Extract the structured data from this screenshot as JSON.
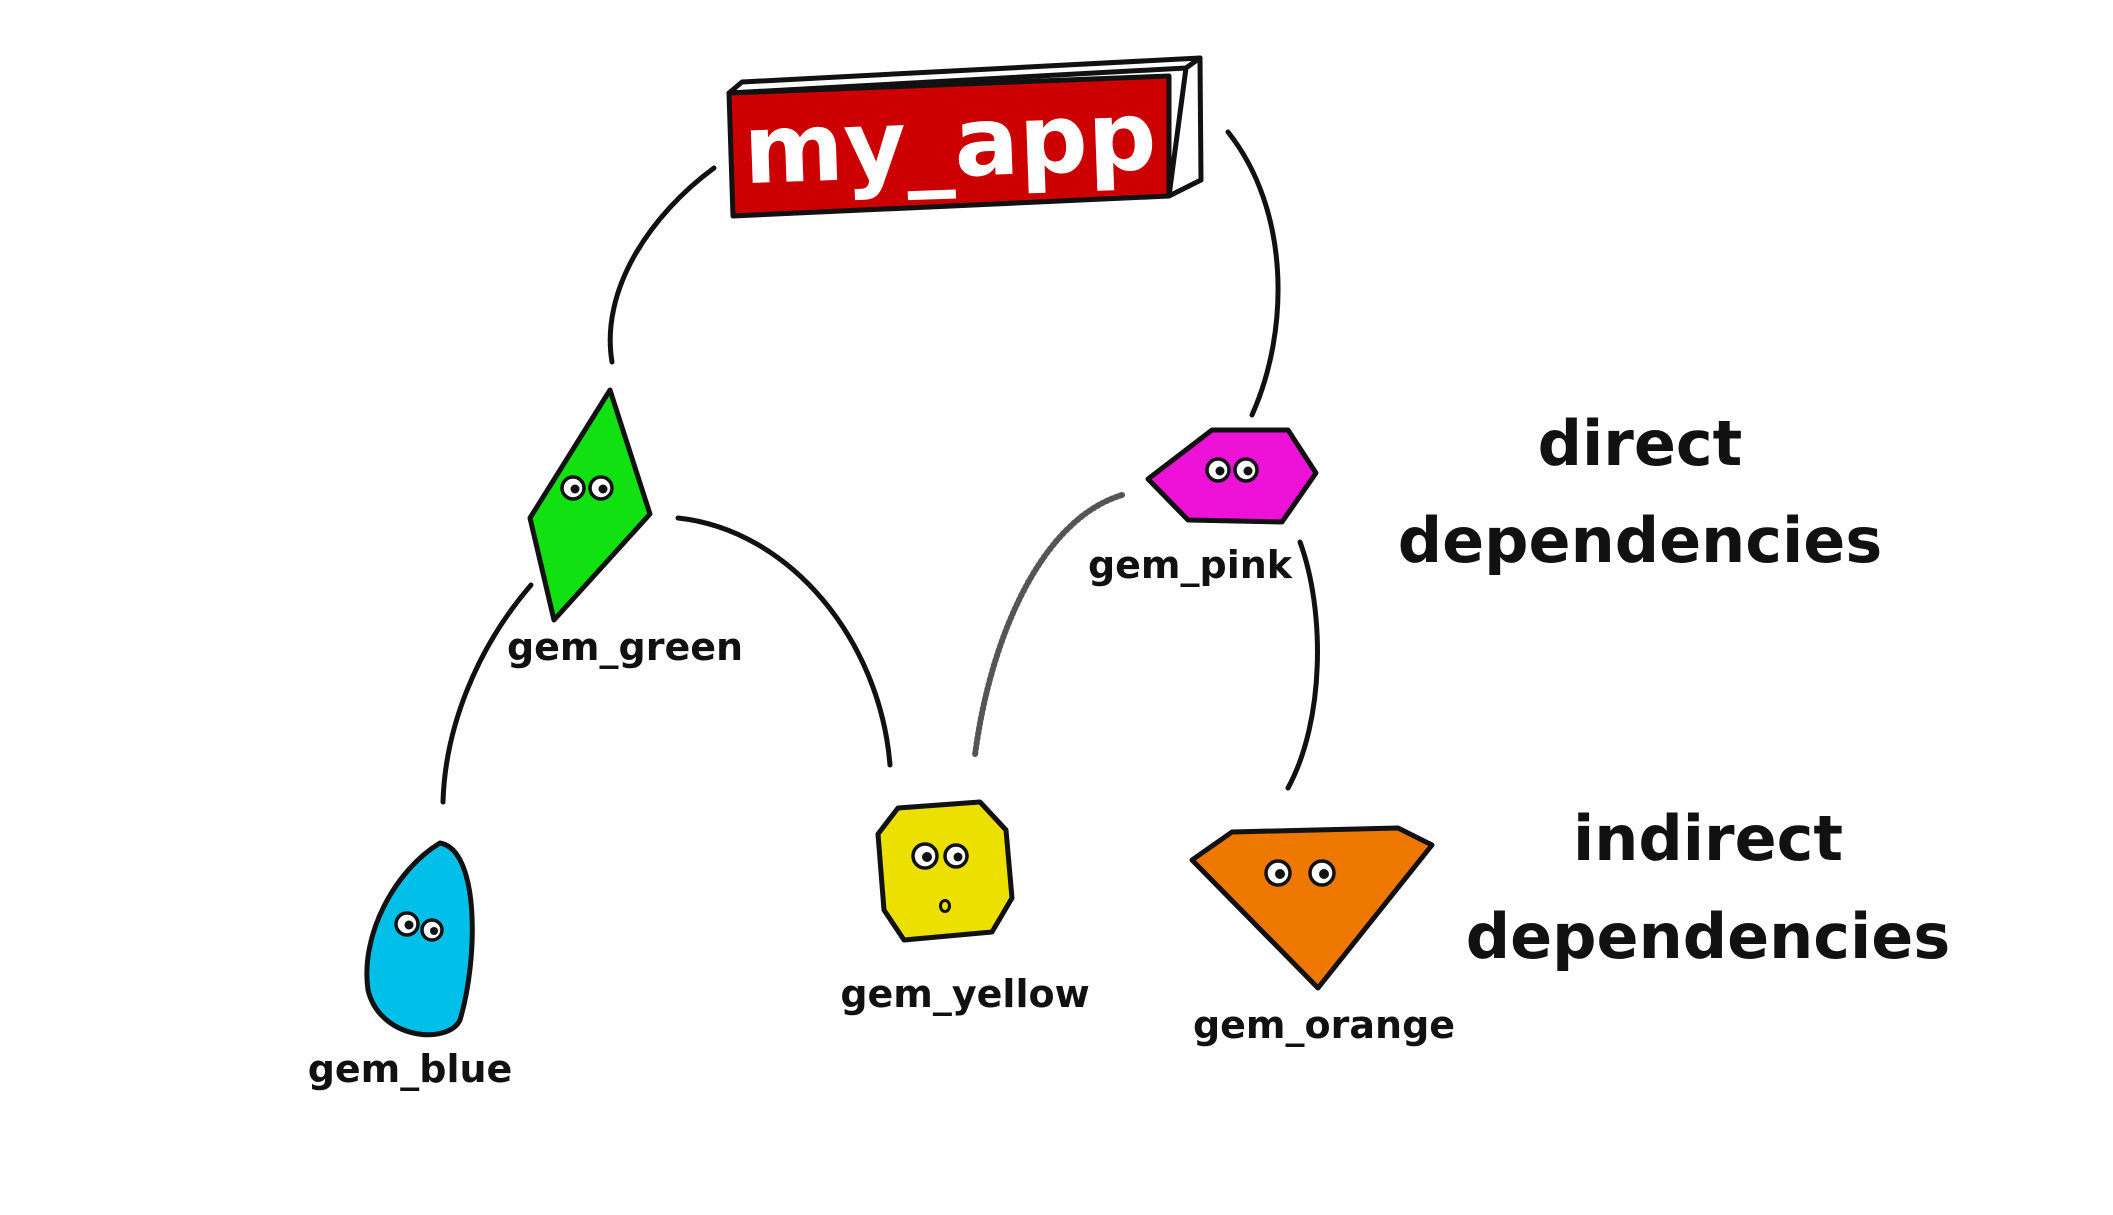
{
  "root": {
    "label": "my_app",
    "color": "#cc0000"
  },
  "nodes": {
    "gem_green": {
      "label": "gem_green",
      "color": "#11e011"
    },
    "gem_pink": {
      "label": "gem_pink",
      "color": "#ee11d8"
    },
    "gem_blue": {
      "label": "gem_blue",
      "color": "#00bfe8"
    },
    "gem_yellow": {
      "label": "gem_yellow",
      "color": "#ebe000"
    },
    "gem_orange": {
      "label": "gem_orange",
      "color": "#ee7700"
    }
  },
  "edges": [
    {
      "from": "my_app",
      "to": "gem_green"
    },
    {
      "from": "my_app",
      "to": "gem_pink"
    },
    {
      "from": "gem_green",
      "to": "gem_blue"
    },
    {
      "from": "gem_green",
      "to": "gem_yellow"
    },
    {
      "from": "gem_pink",
      "to": "gem_yellow"
    },
    {
      "from": "gem_pink",
      "to": "gem_orange"
    }
  ],
  "tiers": {
    "direct": {
      "line1": "direct",
      "line2": "dependencies"
    },
    "indirect": {
      "line1": "indirect",
      "line2": "dependencies"
    }
  }
}
